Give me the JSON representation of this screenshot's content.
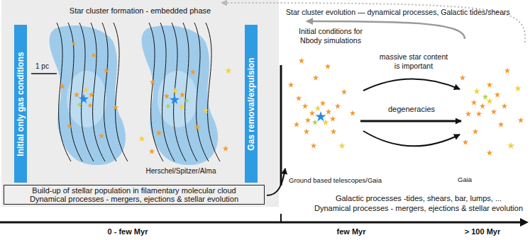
{
  "diagram": {
    "nodes": [
      {
        "text": [
          "Star cluster formation - embedded phase"
        ]
      },
      {
        "text": [
          "Initial only gas conditions"
        ],
        "in": 0
      },
      {
        "text": [
          "Gas removal/expulsion"
        ],
        "in": 0
      },
      {
        "text": [
          "Build-up of stellar population in filamentary molecular cloud",
          "Dynamical processes - mergers, ejections & stellar evolution"
        ],
        "in": 0
      }
    ],
    "labels": [
      "1 pc",
      "Herschel/Spitzer/Alma",
      "Star cluster evolution — dynamical processes, Galactic tides/shears",
      "Initial conditions for Nbody simulations",
      "massive star content is important",
      "degeneracies",
      "Ground based telescopes/Gaia",
      "Gaia",
      "Galactic processes -tides, shears, bar, lumps, ...",
      "Dynamical processes - mergers, ejections & stellar evolution",
      "0 - few Myr",
      "few Myr",
      "> 100 Myr"
    ]
  }
}
